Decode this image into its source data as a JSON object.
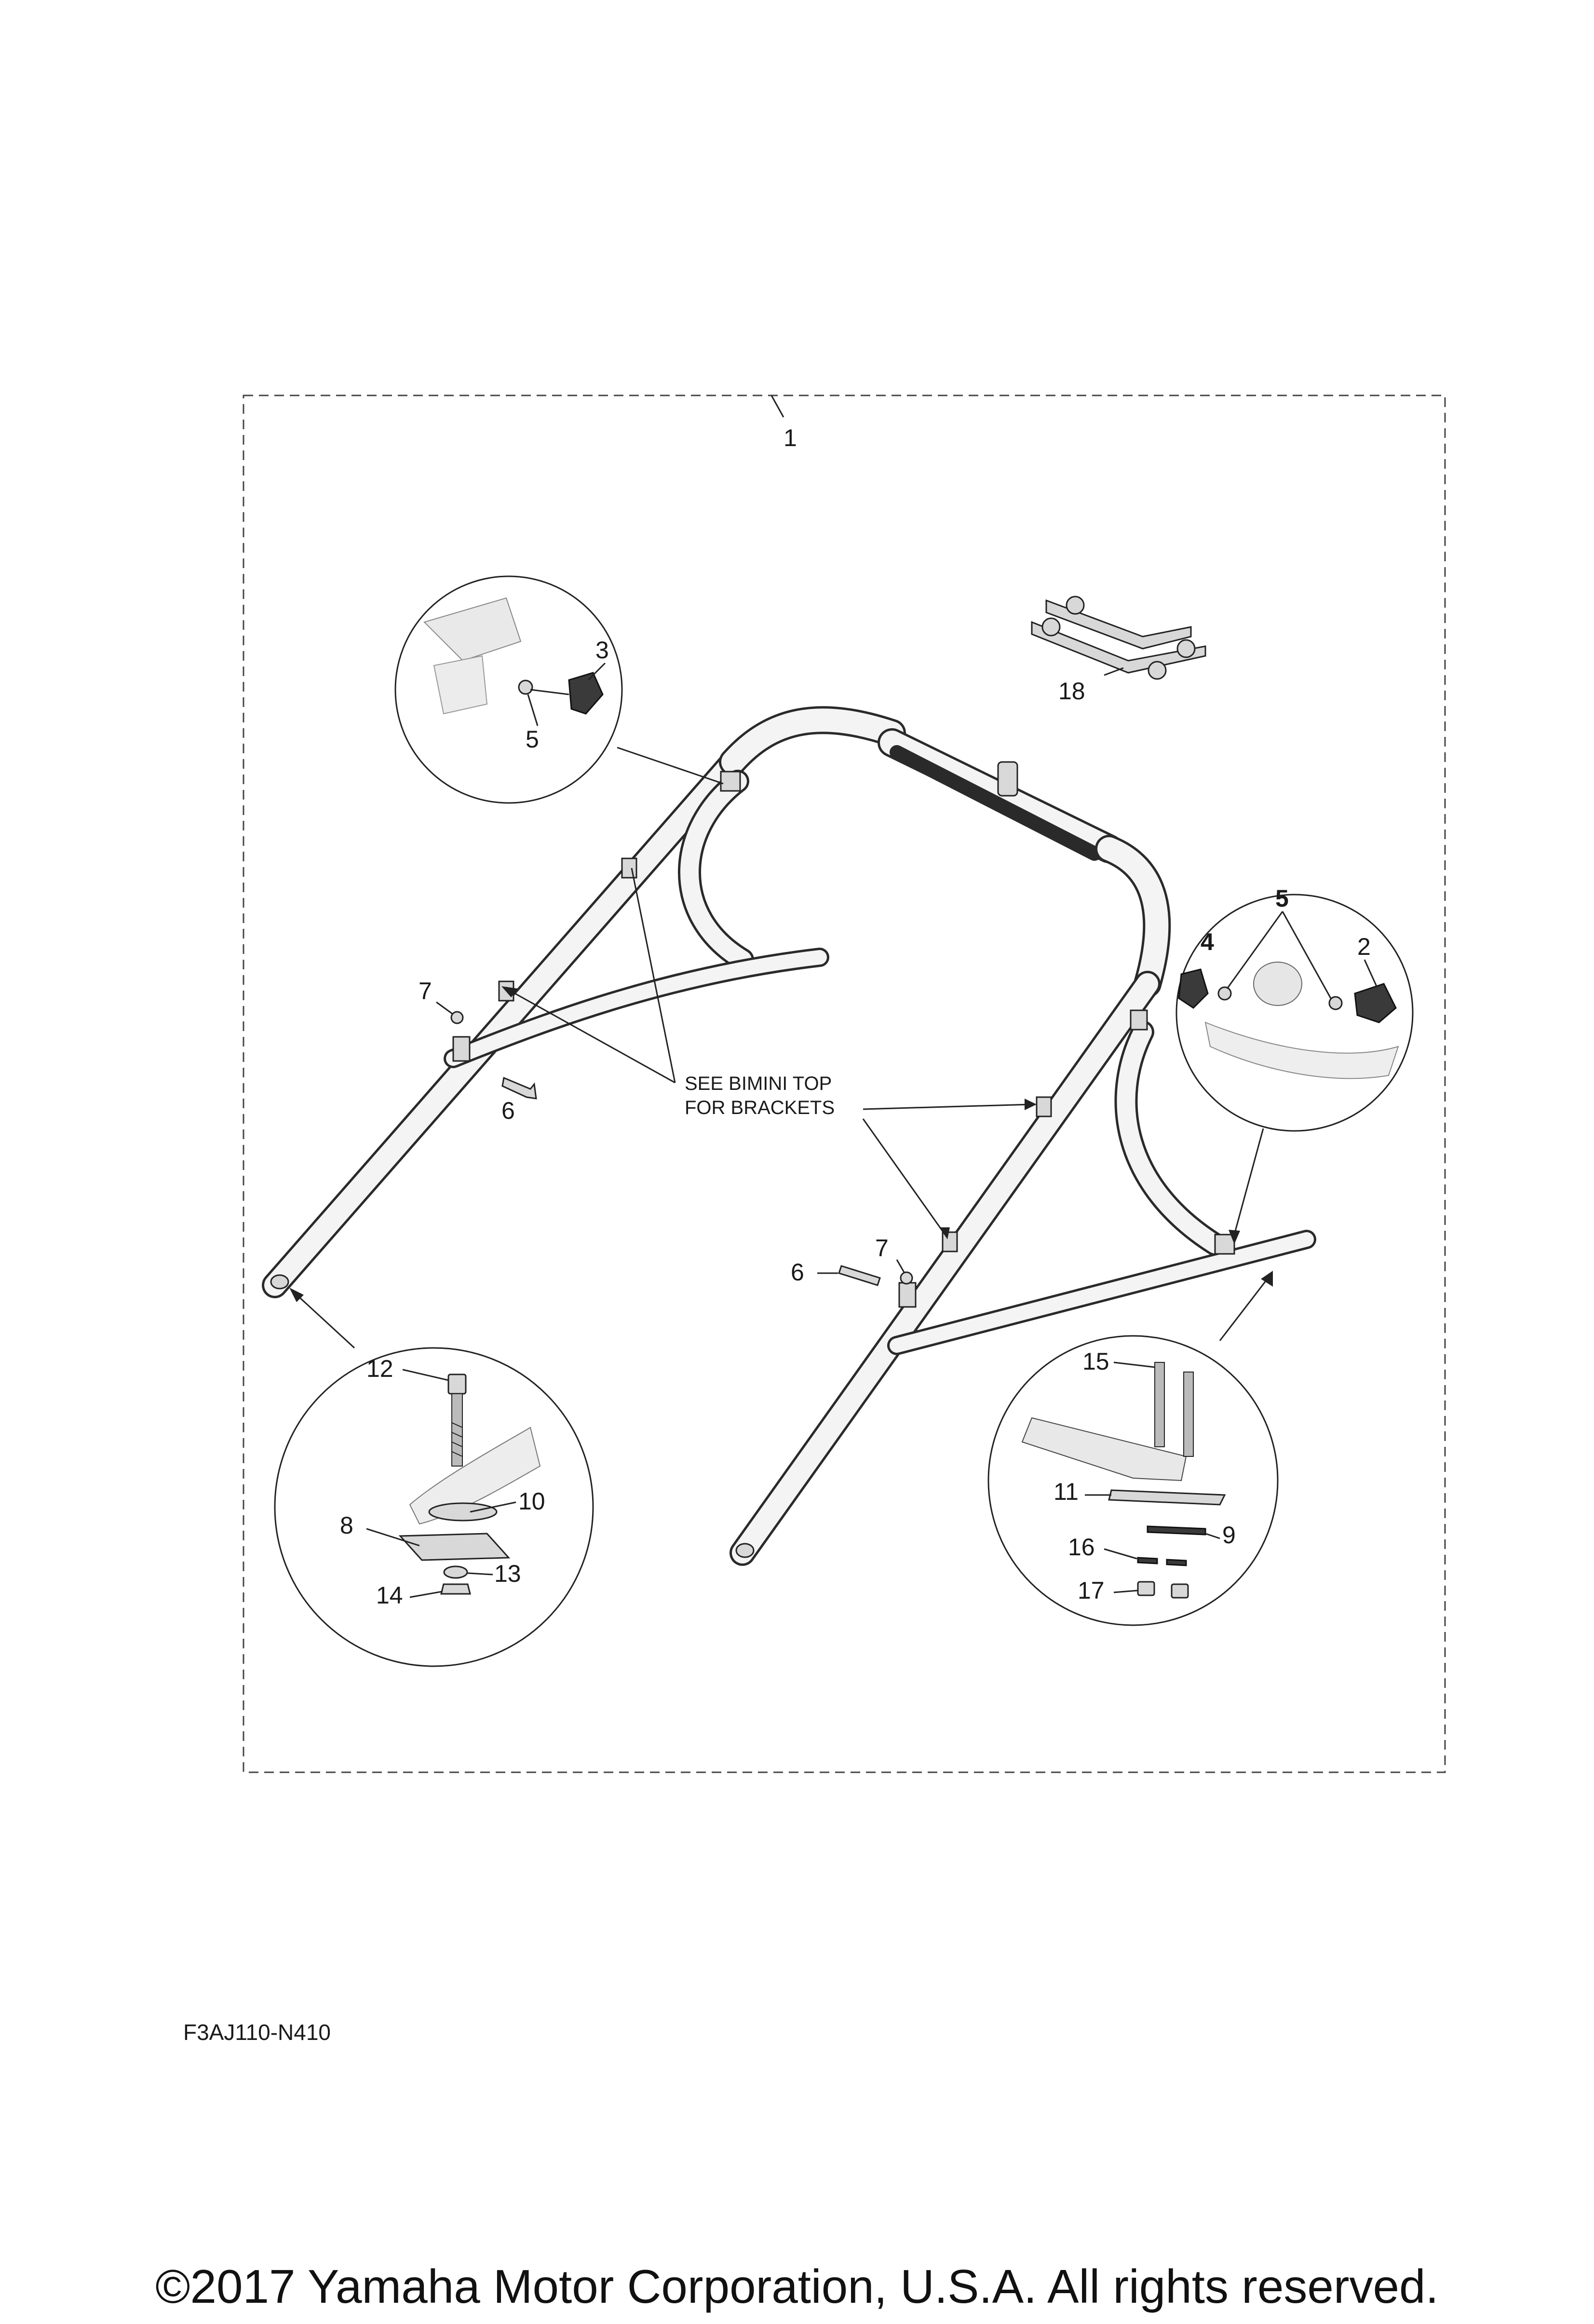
{
  "diagram": {
    "labels": {
      "p1": "1",
      "p2": "2",
      "p3": "3",
      "p4": "4",
      "p5a": "5",
      "p5b": "5",
      "p6a": "6",
      "p6b": "6",
      "p7a": "7",
      "p7b": "7",
      "p8": "8",
      "p9": "9",
      "p10": "10",
      "p11": "11",
      "p12": "12",
      "p13": "13",
      "p14": "14",
      "p15": "15",
      "p16": "16",
      "p17": "17",
      "p18": "18"
    },
    "note_line1": "SEE BIMINI TOP",
    "note_line2": "FOR BRACKETS",
    "diagram_code": "F3AJ110-N410"
  },
  "footer": {
    "copyright": "©2017 Yamaha Motor Corporation, U.S.A. All rights reserved."
  }
}
